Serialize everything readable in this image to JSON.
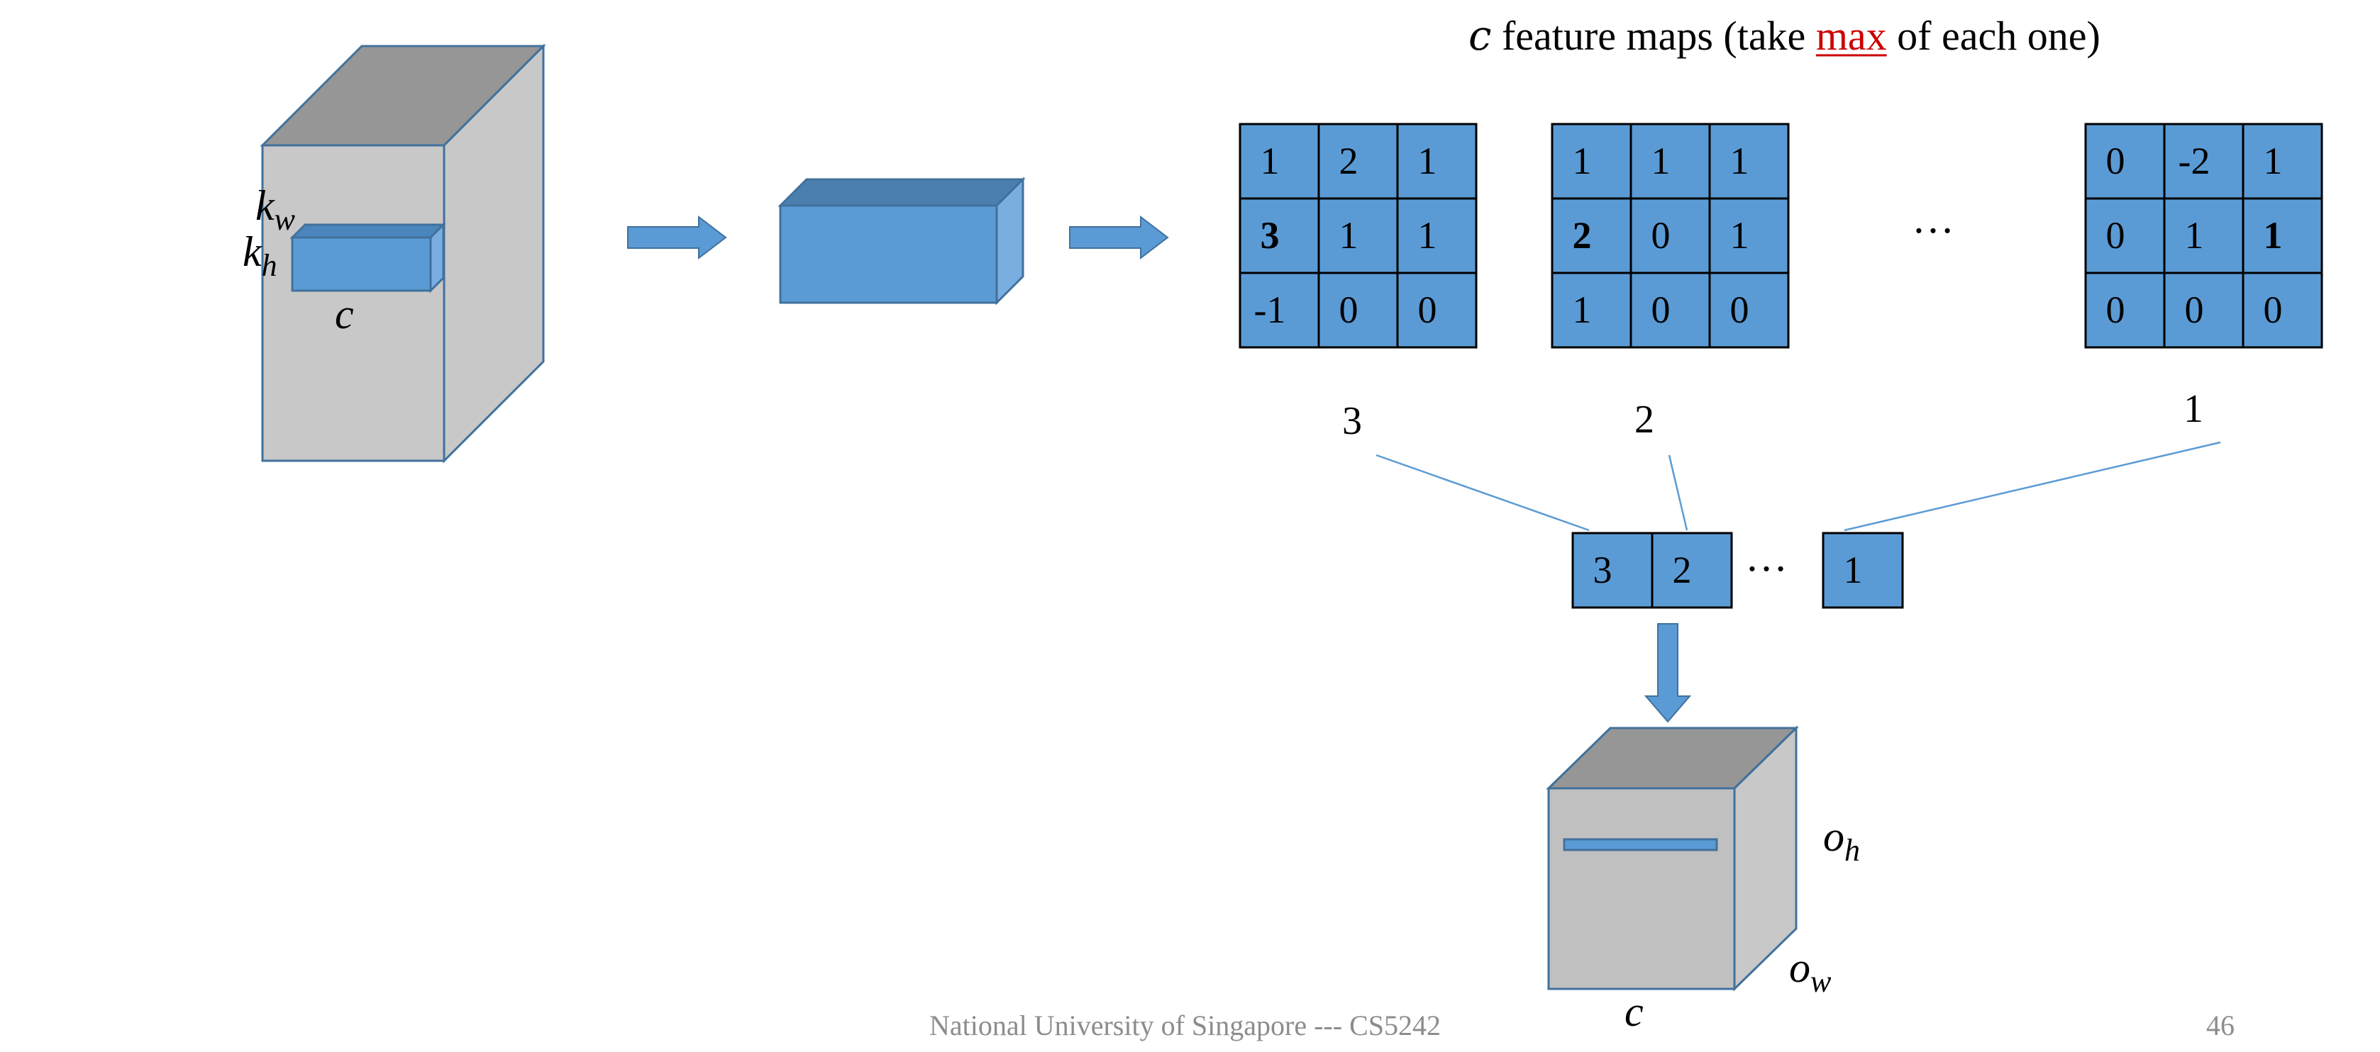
{
  "title": {
    "var": "c",
    "text_before": " feature maps (take ",
    "highlight": "max",
    "text_after": " of each one)",
    "highlight_color": "#cc0000"
  },
  "input_volume": {
    "label_kw": {
      "base": "k",
      "sub": "w"
    },
    "label_kh": {
      "base": "k",
      "sub": "h"
    },
    "label_c": "c"
  },
  "feature_maps": [
    {
      "cells": [
        [
          "1",
          "2",
          "1"
        ],
        [
          "3",
          "1",
          "1"
        ],
        [
          "-1",
          "0",
          "0"
        ]
      ],
      "bold": [
        1,
        0
      ],
      "max_value": "3"
    },
    {
      "cells": [
        [
          "1",
          "1",
          "1"
        ],
        [
          "2",
          "0",
          "1"
        ],
        [
          "1",
          "0",
          "0"
        ]
      ],
      "bold": [
        1,
        0
      ],
      "max_value": "2"
    },
    {
      "cells": [
        [
          "0",
          "-2",
          "1"
        ],
        [
          "0",
          "1",
          "1"
        ],
        [
          "0",
          "0",
          "0"
        ]
      ],
      "bold": [
        1,
        2
      ],
      "max_value": "1"
    }
  ],
  "ellipsis": "…",
  "pooled_vector": {
    "cells": [
      "3",
      "2"
    ],
    "ellipsis": "…",
    "last_cell": "1"
  },
  "output_volume": {
    "label_oh": {
      "base": "o",
      "sub": "h"
    },
    "label_ow": {
      "base": "o",
      "sub": "w"
    },
    "label_c": "c"
  },
  "footer": {
    "text": "National University of Singapore --- CS5242",
    "page_number": "46"
  },
  "colors": {
    "cell_fill": "#5b9bd5",
    "cell_stroke": "#000000",
    "box_stroke": "#41719c",
    "gray_front": "#c8c8c8",
    "gray_top": "#969696",
    "gray_side": "#c8c8c8",
    "line": "#5b9bd5",
    "text": "#000000",
    "footer_text": "#8c8c8c"
  }
}
